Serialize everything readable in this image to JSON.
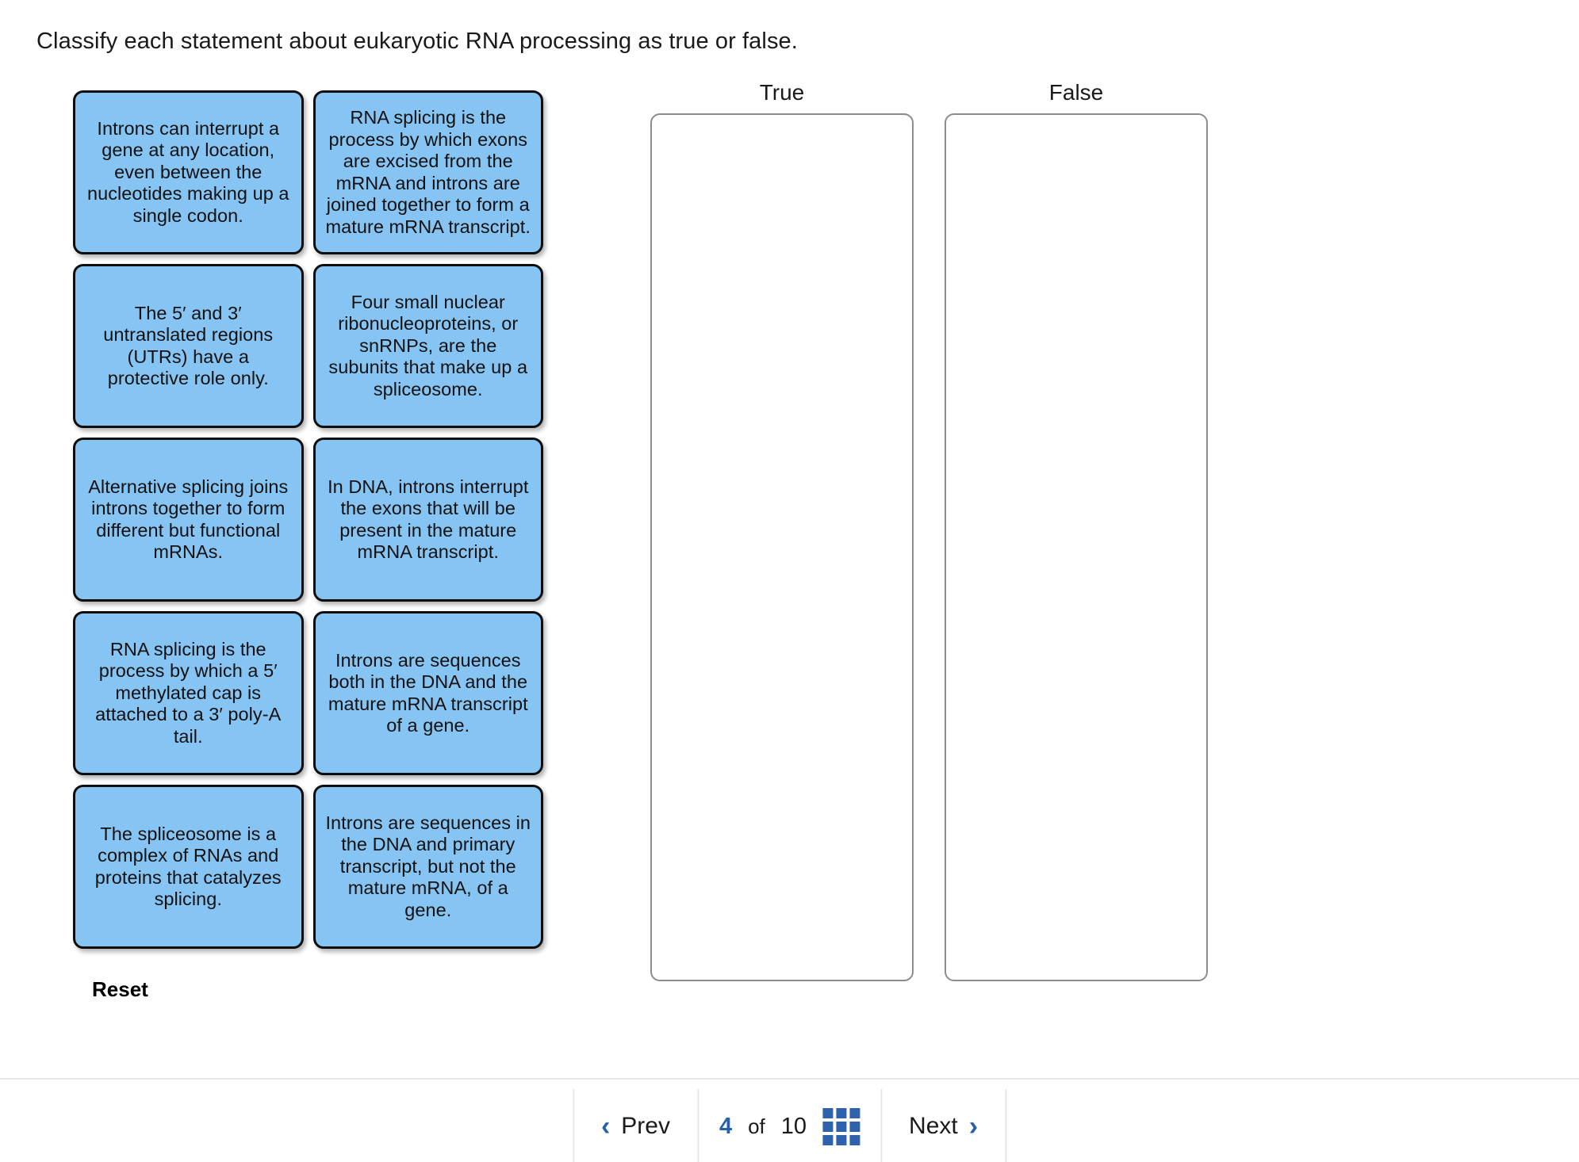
{
  "prompt": "Classify each statement about eukaryotic RNA processing as true or false.",
  "colors": {
    "tile_fill": "#85c4f3",
    "tile_border": "#0d0d0d",
    "accent_blue": "#2861ab",
    "dropzone_border": "#8c8c8c"
  },
  "tiles": [
    {
      "id": "tile-1",
      "text": "Introns can interrupt a gene at any location, even between the nucleotides making up a single codon."
    },
    {
      "id": "tile-2",
      "text": "RNA splicing is the process by which exons are excised from the mRNA and introns are joined together to form a mature mRNA transcript."
    },
    {
      "id": "tile-3",
      "text": "The 5′ and 3′ untranslated regions (UTRs) have a protective role only."
    },
    {
      "id": "tile-4",
      "text": "Four small nuclear ribonucleoproteins, or snRNPs, are the subunits that make up a spliceosome."
    },
    {
      "id": "tile-5",
      "text": "Alternative splicing joins introns together to form different but functional mRNAs."
    },
    {
      "id": "tile-6",
      "text": "In DNA, introns interrupt the exons that will be present in the mature mRNA transcript."
    },
    {
      "id": "tile-7",
      "text": "RNA splicing is the process by which a 5′ methylated cap is attached to a 3′ poly-A tail."
    },
    {
      "id": "tile-8",
      "text": "Introns are sequences both in the DNA and the mature mRNA transcript of a gene."
    },
    {
      "id": "tile-9",
      "text": "The spliceosome is a complex of RNAs and proteins that catalyzes splicing."
    },
    {
      "id": "tile-10",
      "text": "Introns are sequences in the DNA and primary transcript, but not the mature mRNA, of a gene."
    }
  ],
  "reset": {
    "label": "Reset"
  },
  "dropzones": [
    {
      "id": "true-zone",
      "label": "True",
      "items": []
    },
    {
      "id": "false-zone",
      "label": "False",
      "items": []
    }
  ],
  "footer": {
    "prev": {
      "label": "Prev",
      "icon": "chevron-left-icon",
      "glyph": "‹"
    },
    "next": {
      "label": "Next",
      "icon": "chevron-right-icon",
      "glyph": "›"
    },
    "page": {
      "current": "4",
      "of": "of",
      "total": "10"
    },
    "grid_icon": "grid-view-icon"
  }
}
